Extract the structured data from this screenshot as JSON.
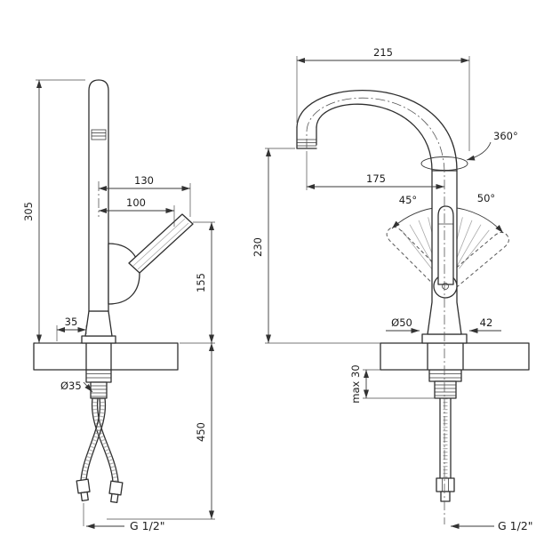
{
  "drawing": {
    "background": "#ffffff",
    "line_color": "#2f2f2f",
    "left_view": {
      "dims": {
        "total_height": "305",
        "reach_130": "130",
        "reach_100": "100",
        "handle_height": "155",
        "offset_35": "35",
        "shank_diameter": "Ø35",
        "hose_length": "450",
        "thread": "G 1/2\""
      }
    },
    "right_view": {
      "dims": {
        "spout_reach": "215",
        "spout_reach_inner": "175",
        "spout_height": "230",
        "swivel": "360°",
        "handle_tilt_left": "45°",
        "handle_tilt_right": "50°",
        "base_diameter": "Ø50",
        "flange_width": "42",
        "max_counter_thickness": "max 30",
        "thread": "G 1/2\""
      }
    }
  }
}
